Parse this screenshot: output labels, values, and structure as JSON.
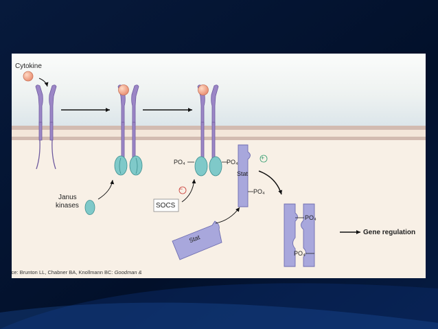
{
  "diagram": {
    "cytokine_label": "Cytokine",
    "janus_line1": "Janus",
    "janus_line2": "kinases",
    "socs_label": "SOCS",
    "stat_label": "Stat",
    "po4_label": "PO₄",
    "gene_regulation_label": "Gene regulation",
    "plus_symbol": "+",
    "minus_symbol": "−"
  },
  "source": {
    "text": "rce: Brunton LL, Chabner BA, Knollmann BC: ",
    "italic": "Goodman &"
  },
  "colors": {
    "receptor": "#9b86c6",
    "kinase": "#7fc9c9",
    "stat": "#a8a7dc",
    "cytokine": "#f2a98a",
    "membrane_top": "#d9c2b4",
    "plus": "#2a9a6a",
    "minus": "#c8332e"
  }
}
